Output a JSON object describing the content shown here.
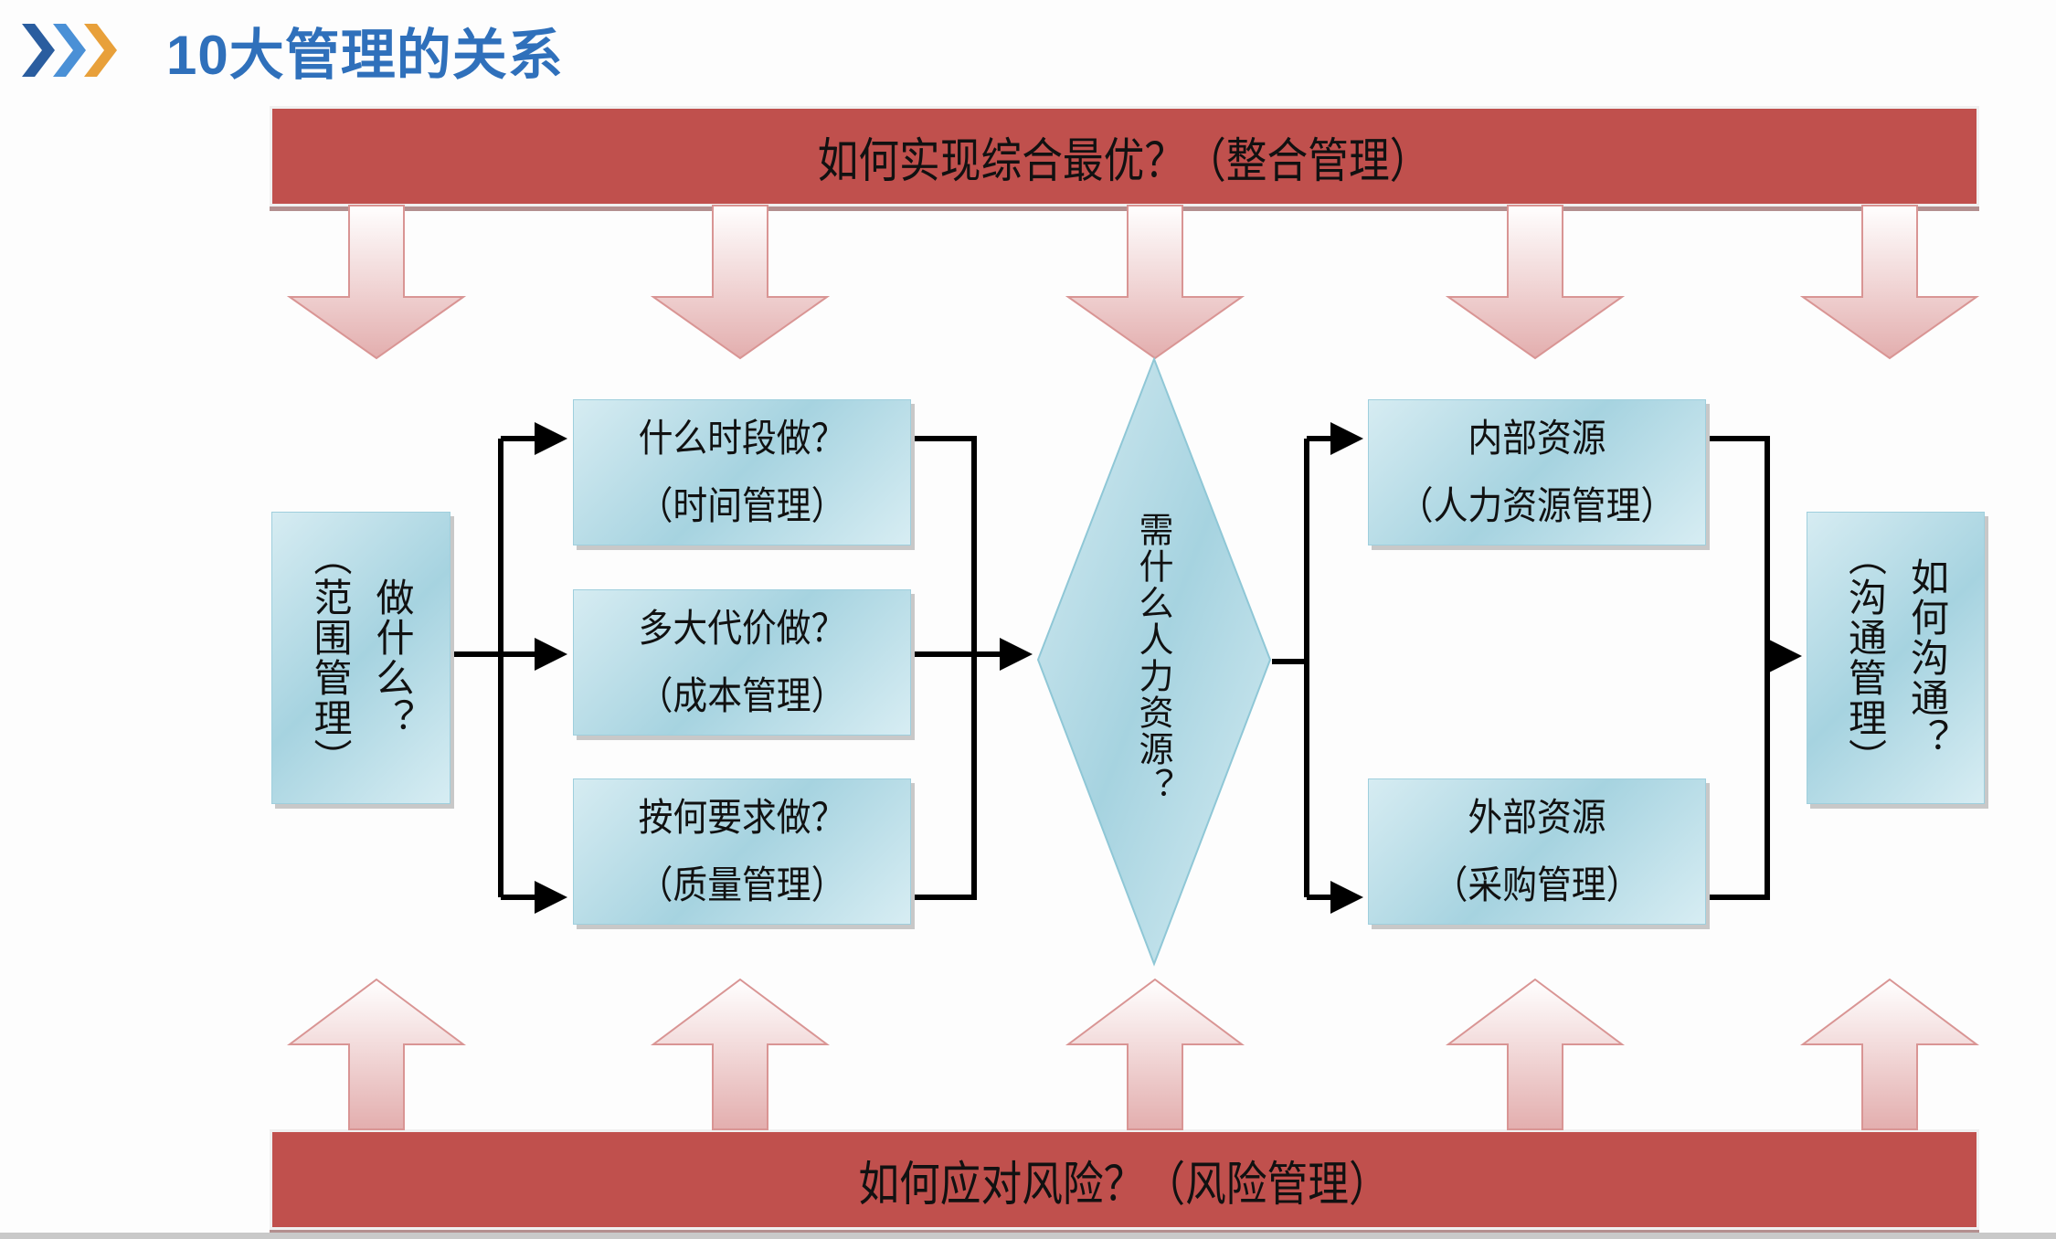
{
  "header": {
    "title": "10大管理的关系",
    "chevron_colors": [
      "#2a5d9f",
      "#4a90d6",
      "#e8a03a"
    ],
    "title_color": "#2f70bb"
  },
  "top_bar": {
    "text": "如何实现综合最优？（整合管理）"
  },
  "bottom_bar": {
    "text": "如何应对风险？（风险管理）"
  },
  "scope_box": {
    "col1": "做什么？",
    "col2": "（范围管理）"
  },
  "middle_boxes": [
    {
      "q": "什么时段做？",
      "name": "（时间管理）"
    },
    {
      "q": "多大代价做？",
      "name": "（成本管理）"
    },
    {
      "q": "按何要求做？",
      "name": "（质量管理）"
    }
  ],
  "diamond": {
    "text": "需什么人力资源？"
  },
  "resource_boxes": [
    {
      "q": "内部资源",
      "name": "（人力资源管理）"
    },
    {
      "q": "外部资源",
      "name": "（采购管理）"
    }
  ],
  "comm_box": {
    "col1": "如何沟通？",
    "col2": "（沟通管理）"
  },
  "colors": {
    "bar_red": "#c0504d",
    "box_blue": "#a6d3e0",
    "arrow_pink": "#e6b9b8",
    "connector": "#000000"
  },
  "arrow_count_per_side": 5
}
